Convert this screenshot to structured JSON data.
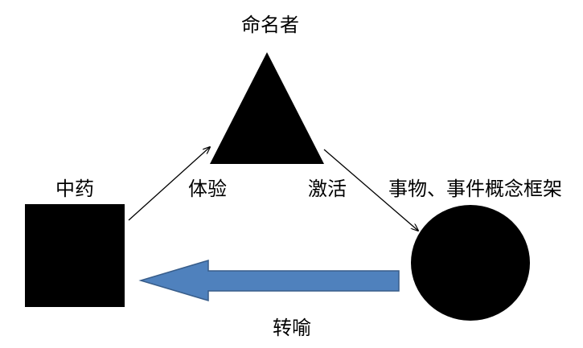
{
  "labels": {
    "namer": "命名者",
    "tcm": "中药",
    "experience": "体验",
    "activate": "激活",
    "framework": "事物、事件概念框架",
    "metaphor": "转喻"
  },
  "colors": {
    "shape_fill": "#000000",
    "arrow_fill": "#4f81bd",
    "arrow_stroke": "#385d8a",
    "line": "#000000"
  }
}
